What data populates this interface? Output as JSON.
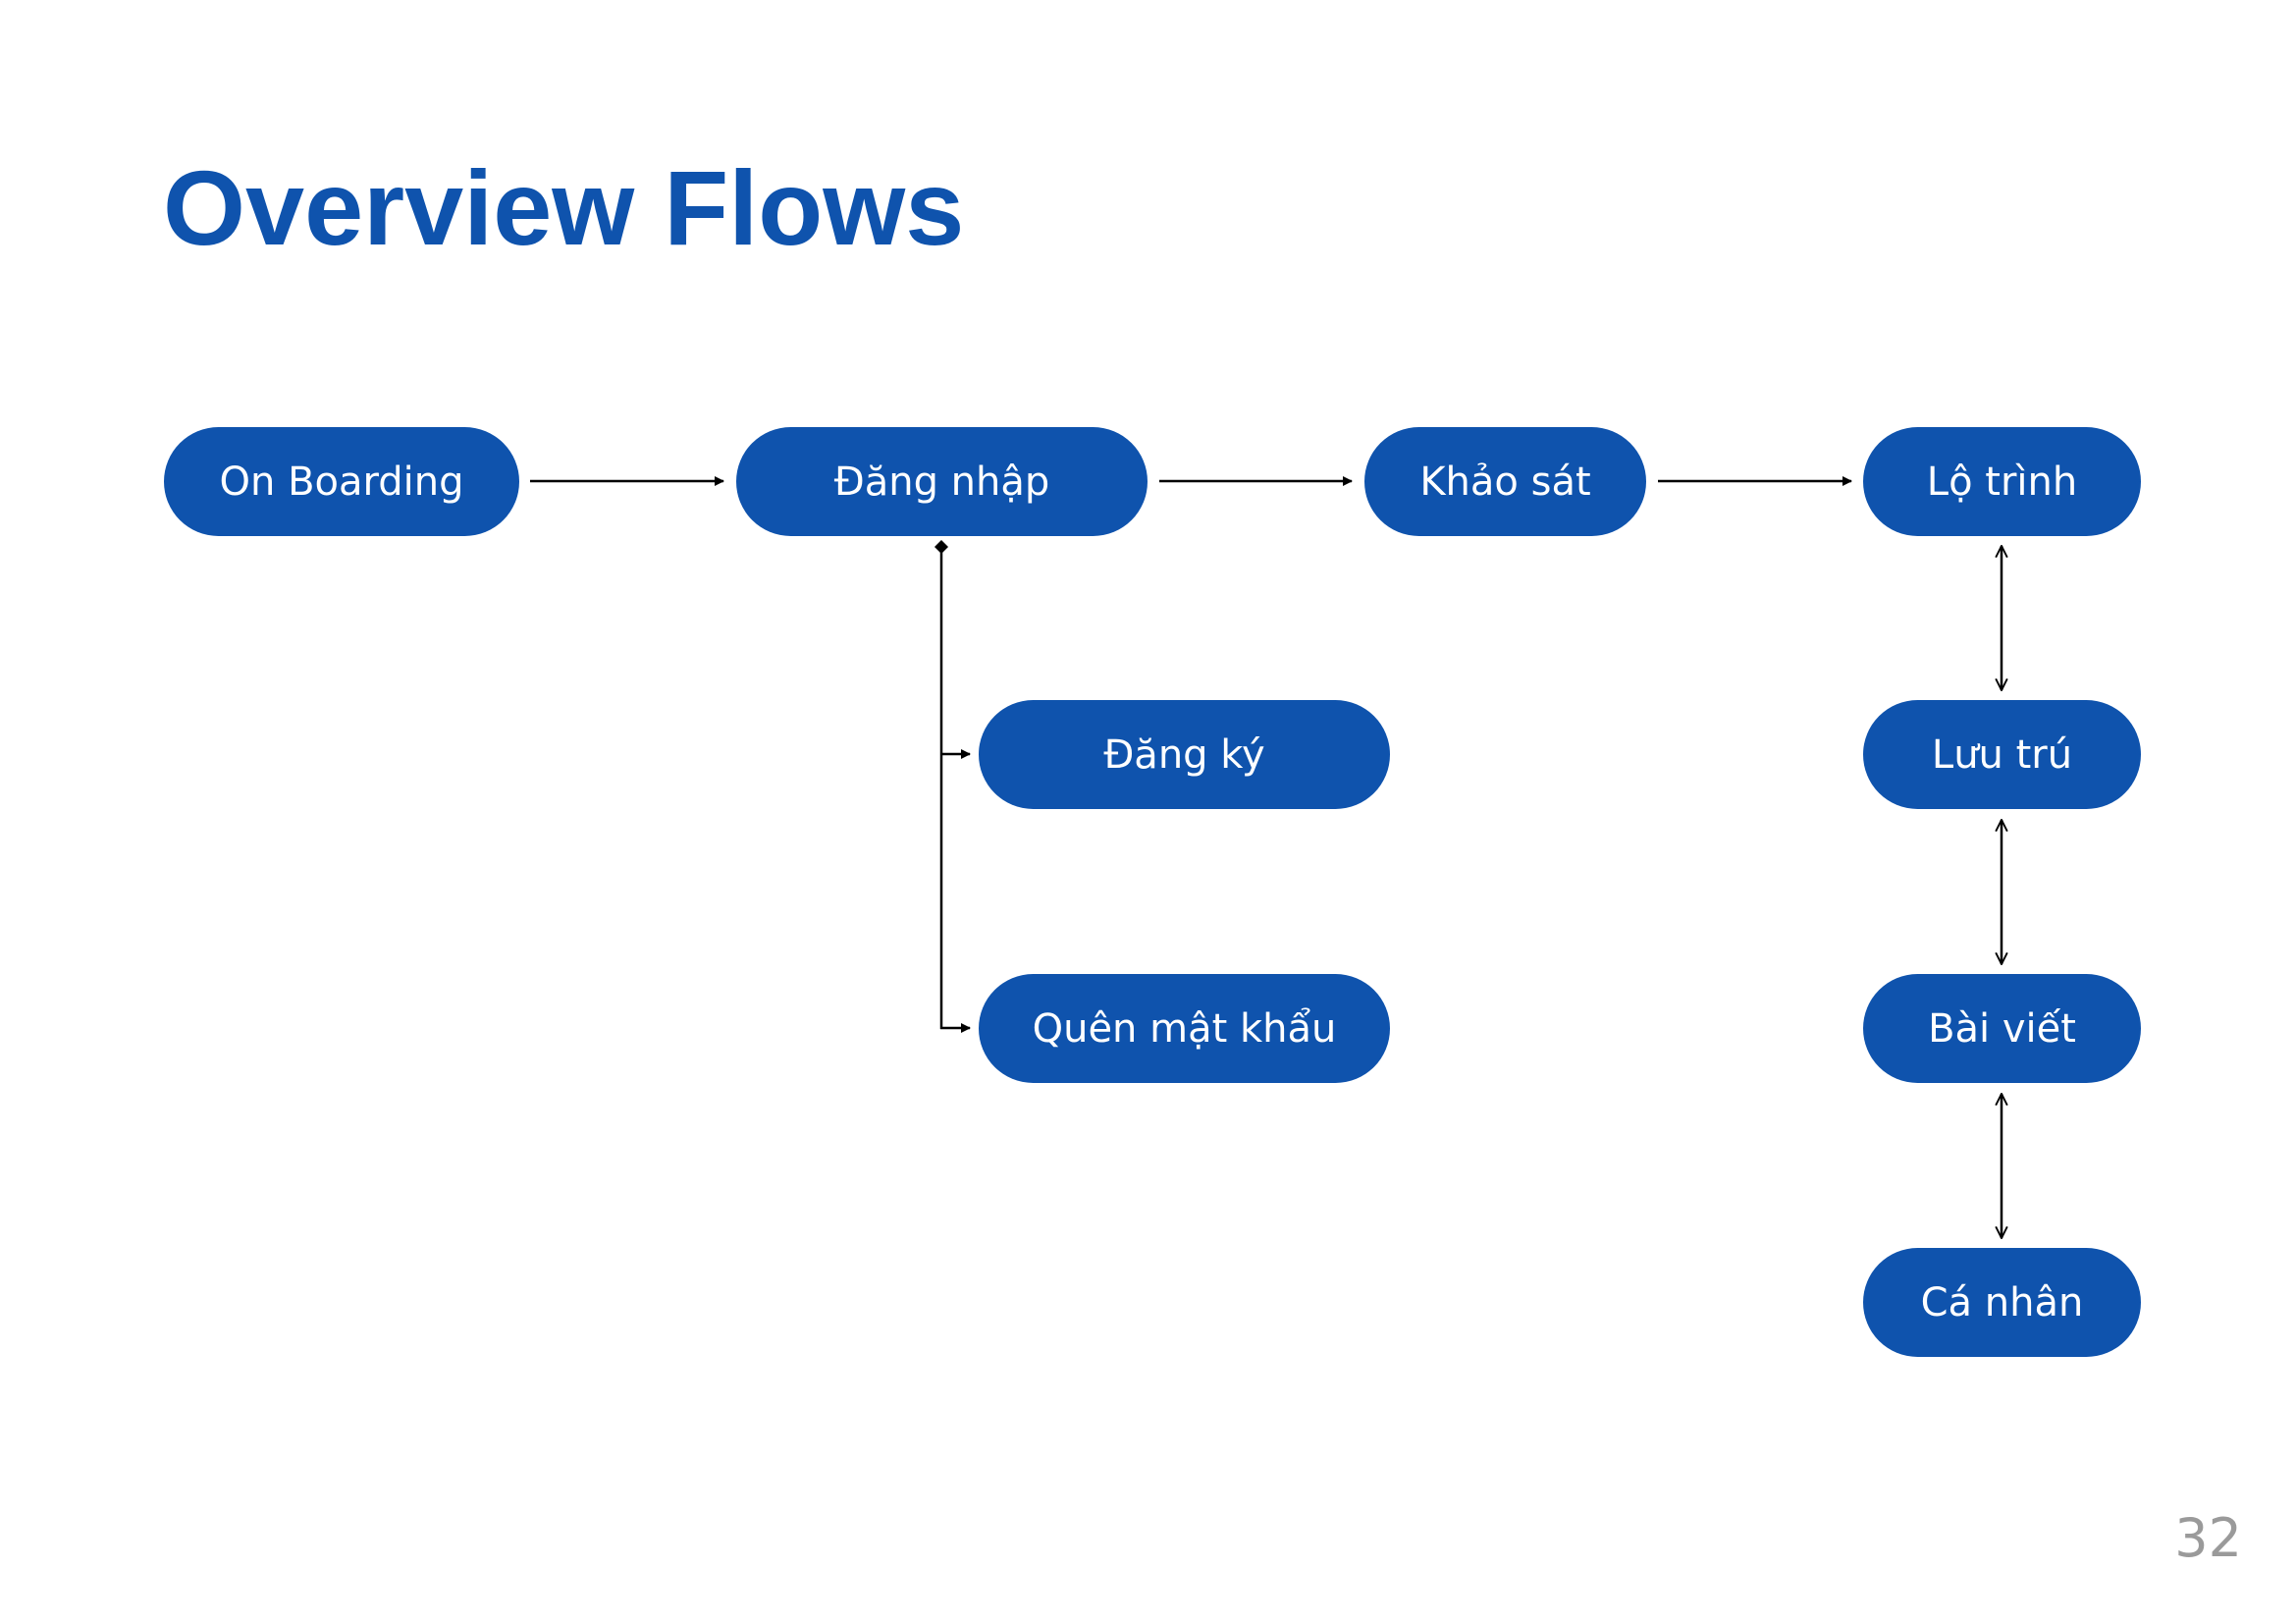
{
  "title": "Overview Flows",
  "page_number": "32",
  "colors": {
    "accent": "#0f53ad",
    "node_text": "#ffffff",
    "connector": "#000000",
    "page_number": "#9a9a9a"
  },
  "nodes": {
    "on_boarding": "On Boarding",
    "dang_nhap": "Đăng nhập",
    "khao_sat": "Khảo sát",
    "lo_trinh": "Lộ trình",
    "dang_ky": "Đăng ký",
    "quen_mat_khau": "Quên mật khẩu",
    "luu_tru": "Lưu trú",
    "bai_viet": "Bài viết",
    "ca_nhan": "Cá nhân"
  },
  "connections": [
    {
      "from": "On Boarding",
      "to": "Đăng nhập",
      "direction": "one-way"
    },
    {
      "from": "Đăng nhập",
      "to": "Khảo sát",
      "direction": "one-way"
    },
    {
      "from": "Khảo sát",
      "to": "Lộ trình",
      "direction": "one-way"
    },
    {
      "from": "Đăng nhập",
      "to": "Đăng ký",
      "direction": "one-way"
    },
    {
      "from": "Đăng nhập",
      "to": "Quên mật khẩu",
      "direction": "one-way"
    },
    {
      "from": "Lộ trình",
      "to": "Lưu trú",
      "direction": "two-way"
    },
    {
      "from": "Lưu trú",
      "to": "Bài viết",
      "direction": "two-way"
    },
    {
      "from": "Bài viết",
      "to": "Cá nhân",
      "direction": "two-way"
    }
  ]
}
